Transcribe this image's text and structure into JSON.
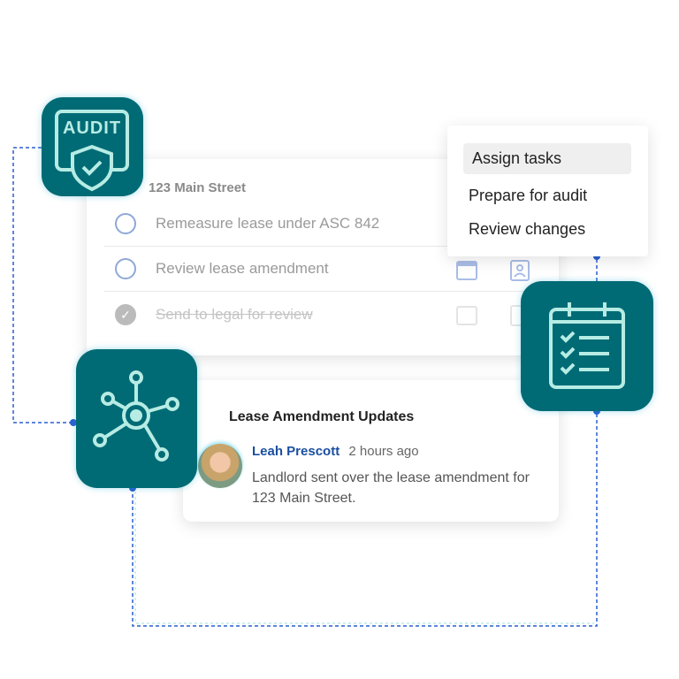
{
  "task_card": {
    "title": "123 Main Street",
    "tasks": [
      {
        "label": "Remeasure lease under ASC 842",
        "done": false
      },
      {
        "label": "Review lease amendment",
        "done": false
      },
      {
        "label": "Send to legal for review",
        "done": true
      }
    ]
  },
  "menu": {
    "items": [
      "Assign tasks",
      "Prepare for audit",
      "Review changes"
    ],
    "highlighted": "Assign tasks"
  },
  "audit_tile": {
    "label": "AUDIT"
  },
  "update_card": {
    "title": "Lease Amendment Updates",
    "author": "Leah Prescott",
    "time": "2 hours ago",
    "message": "Landlord sent over the lease amendment for 123 Main Street."
  },
  "colors": {
    "teal": "#006b75",
    "accent_light": "#b6ece4",
    "link_blue": "#1a4fa0",
    "connector": "#2a5fd0"
  }
}
